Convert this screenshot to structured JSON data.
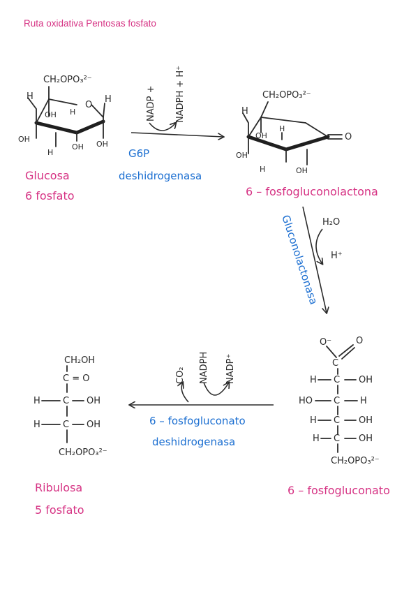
{
  "title": "Ruta oxidativa Pentosas fosfato",
  "colors": {
    "title": "#d63384",
    "compound": "#d63384",
    "enzyme": "#1c6fd1",
    "ink": "#2a2a2a"
  },
  "glucose6p": {
    "ch2opo3": "CH₂OPO₃²⁻",
    "h_left": "H",
    "h_right": "H",
    "o_ring": "O",
    "oh_inner": "OH",
    "h_inner": "H",
    "oh_left": "OH",
    "h_bottom": "H",
    "oh_bottom": "OH",
    "oh_right": "OH",
    "name_line1": "Glucosa",
    "name_line2": "6 fosfato"
  },
  "step1": {
    "cofactor_in": "NADP +",
    "cofactor_out": "NADPH + H⁺",
    "enzyme_line1": "G6P",
    "enzyme_line2": "deshidrogenasa"
  },
  "lactone": {
    "ch2opo3": "CH₂OPO₃²⁻",
    "h_left": "H",
    "o_carbonyl": "O",
    "oh_inner": "OH",
    "h_inner": "H",
    "oh_left": "OH",
    "h_bottom": "H",
    "oh_bottom": "OH",
    "name": "6 – fosfogluconolactona"
  },
  "step2": {
    "enzyme": "Gluconolactonasa",
    "reagent_in": "H₂O",
    "product_out": "H⁺"
  },
  "gluconate": {
    "carboxyl_o_minus": "O⁻",
    "carboxyl_o": "O",
    "rows": [
      {
        "left": "H",
        "right": "OH"
      },
      {
        "left": "HO",
        "right": "H"
      },
      {
        "left": "H",
        "right": "OH"
      },
      {
        "left": "H",
        "right": "OH"
      }
    ],
    "bottom": "CH₂OPO₃²⁻",
    "name": "6 – fosfogluconato"
  },
  "step3": {
    "co2": "CO₂",
    "nadph": "NADPH",
    "nadp": "NADP⁺",
    "enzyme_line1": "6 – fosfogluconato",
    "enzyme_line2": "deshidrogenasa"
  },
  "ribulose5p": {
    "top": "CH₂OH",
    "carbonyl": "C = O",
    "rows": [
      {
        "left": "H",
        "right": "OH"
      },
      {
        "left": "H",
        "right": "OH"
      }
    ],
    "bottom": "CH₂OPO₃²⁻",
    "name_line1": "Ribulosa",
    "name_line2": "5 fosfato"
  }
}
